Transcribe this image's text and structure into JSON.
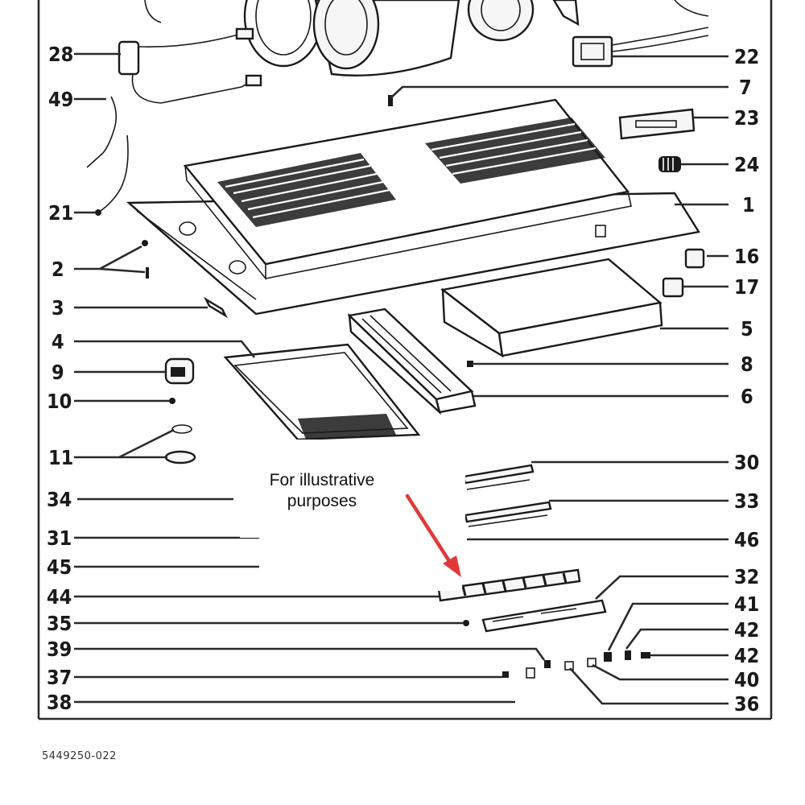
{
  "callouts_left": [
    "28",
    "49",
    "21",
    "2",
    "3",
    "4",
    "9",
    "10",
    "11",
    "34",
    "31",
    "45",
    "44",
    "35",
    "39",
    "37",
    "38"
  ],
  "callouts_right": [
    "22",
    "7",
    "23",
    "24",
    "1",
    "16",
    "17",
    "5",
    "8",
    "6",
    "30",
    "33",
    "46",
    "32",
    "41",
    "42",
    "42",
    "40",
    "36"
  ],
  "annotation": {
    "text": "For illustrative purposes",
    "arrow_color": "#e03a3a"
  },
  "drawing_ref": "5449250-022"
}
